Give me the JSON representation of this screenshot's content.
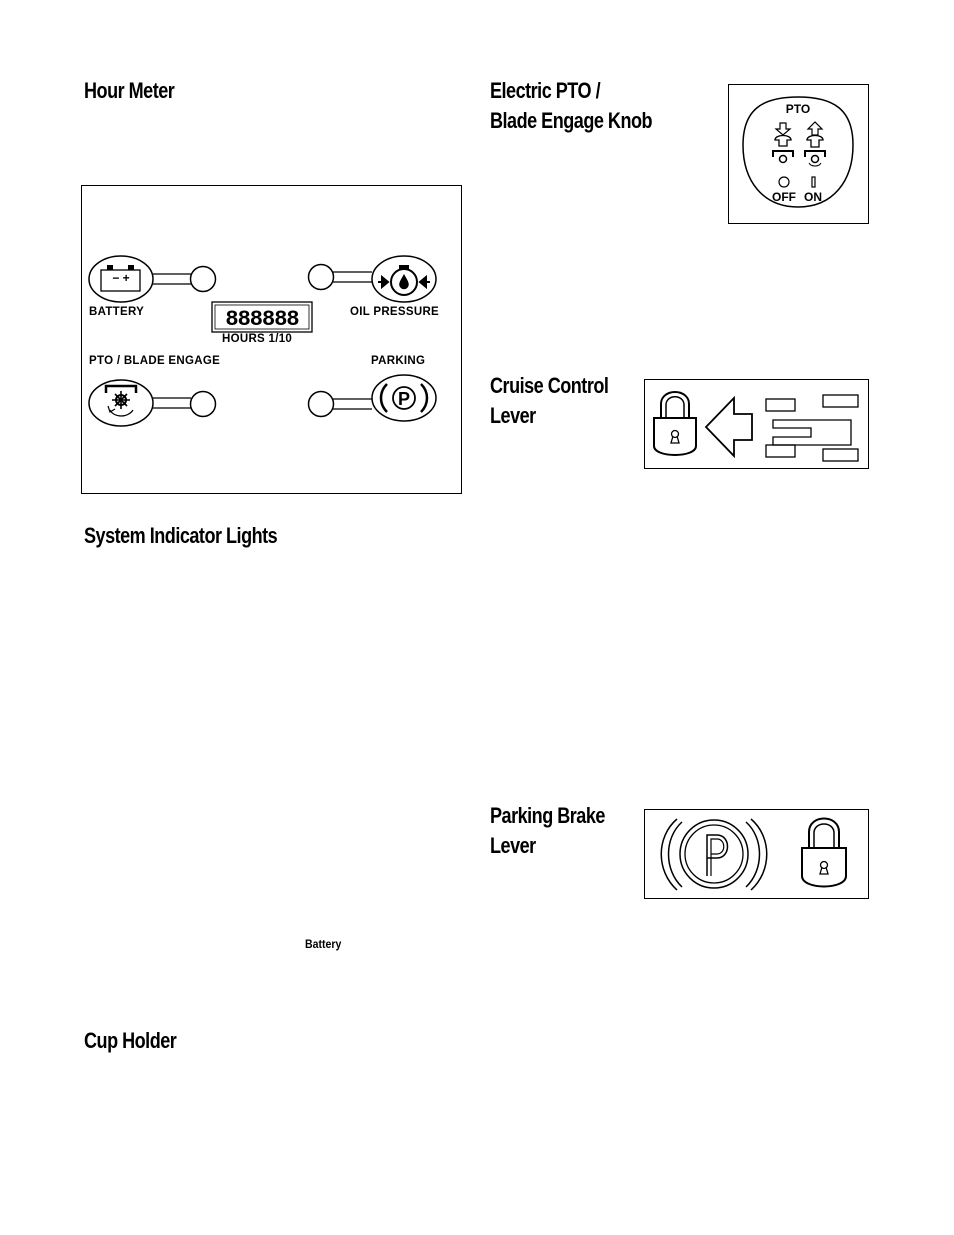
{
  "sections": {
    "hour_meter": {
      "title": "Hour Meter"
    },
    "system_indicator_lights": {
      "title": "System Indicator Lights"
    },
    "cup_holder": {
      "title": "Cup Holder"
    },
    "electric_pto": {
      "title_line1": "Electric PTO /",
      "title_line2": "Blade Engage Knob"
    },
    "cruise_control": {
      "title_line1": "Cruise Control",
      "title_line2": "Lever"
    },
    "parking_brake": {
      "title_line1": "Parking Brake",
      "title_line2": "Lever"
    }
  },
  "dashboard_panel": {
    "battery_label": "BATTERY",
    "oil_pressure_label": "OIL PRESSURE",
    "hours_label": "HOURS 1/10",
    "pto_label": "PTO / BLADE ENGAGE",
    "parking_label": "PARKING",
    "meter_digits": "888888",
    "battery_terminals": "− +",
    "parking_symbol": "P"
  },
  "pto_knob": {
    "title": "PTO",
    "off_label": "OFF",
    "on_label": "ON"
  },
  "parking_brake_decal": {
    "symbol": "P"
  },
  "misc": {
    "battery_caption": "Battery"
  }
}
